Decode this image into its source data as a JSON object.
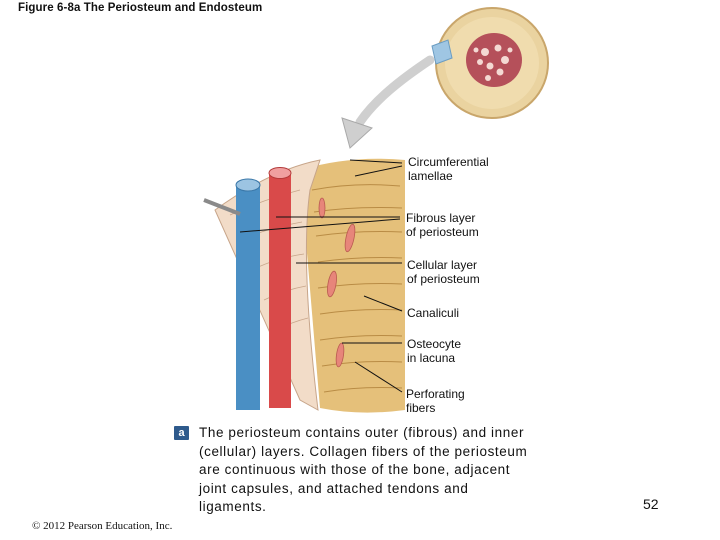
{
  "figure_title": "Figure 6-8a  The Periosteum and Endosteum",
  "labels": {
    "circumferential_lamellae": "Circumferential\nlamellae",
    "fibrous_layer": "Fibrous layer\nof periosteum",
    "cellular_layer": "Cellular layer\nof periosteum",
    "canaliculi": "Canaliculi",
    "osteocyte": "Osteocyte\nin lacuna",
    "perforating_fibers": "Perforating\nfibers"
  },
  "caption": {
    "badge": "a",
    "text": "The periosteum contains outer (fibrous) and inner (cellular) layers. Collagen fibers of the periosteum are continuous with those of the bone, adjacent joint capsules, and attached tendons and ligaments."
  },
  "page_number": "52",
  "copyright": "© 2012 Pearson Education, Inc.",
  "colors": {
    "bone": "#e8c98a",
    "spongy_bone": "#b5505a",
    "periosteum": "#f2dcc8",
    "vein": "#4a8fc4",
    "artery": "#d94a4a",
    "badge": "#2e5a8c"
  }
}
